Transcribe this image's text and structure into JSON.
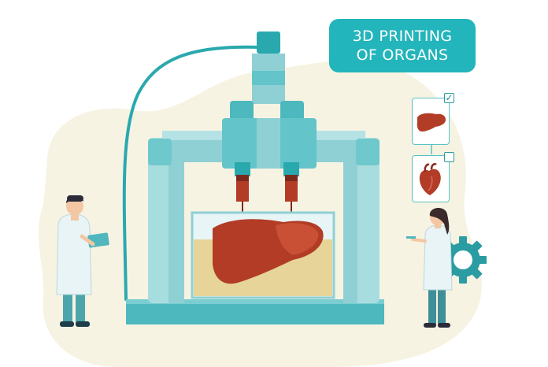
{
  "title": {
    "line1": "3D PRINTING",
    "line2": "OF ORGANS"
  },
  "organ_options": [
    {
      "organ": "liver",
      "icon": "liver-icon",
      "checked": true
    },
    {
      "organ": "heart",
      "icon": "heart-icon",
      "checked": false
    }
  ],
  "colors": {
    "accent": "#22b5bb",
    "machine_light": "#a8dde0",
    "machine_mid": "#63c4c9",
    "organ": "#b23c26",
    "background_blob": "#f7f3e3",
    "tank_liquid": "#e6d499"
  }
}
